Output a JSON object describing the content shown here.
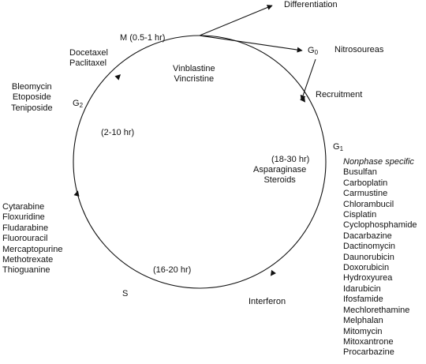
{
  "phases": {
    "m": "M (0.5-1 hr)",
    "g2_letter": "G",
    "g2_sub": "2",
    "g2_duration": "(2-10 hr)",
    "g1_letter": "G",
    "g1_sub": "1",
    "g1_duration": "(18-30 hr)",
    "g0_letter": "G",
    "g0_sub": "0",
    "s": "S",
    "s_duration": "(16-20 hr)"
  },
  "labels": {
    "differentiation": "Differentiation",
    "recruitment": "Recruitment",
    "nitrosoureas": "Nitrosoureas",
    "interferon": "Interferon"
  },
  "drug_groups": {
    "m_phase": [
      "Vinblastine",
      "Vincristine"
    ],
    "taxanes": [
      "Docetaxel",
      "Paclitaxel"
    ],
    "g2_phase": [
      "Bleomycin",
      "Etoposide",
      "Teniposide"
    ],
    "g1_phase": [
      "Asparaginase",
      "Steroids"
    ],
    "s_phase": [
      "Cytarabine",
      "Floxuridine",
      "Fludarabine",
      "Fluorouracil",
      "Mercaptopurine",
      "Methotrexate",
      "Thioguanine"
    ],
    "nonphase_title": "Nonphase specific",
    "nonphase": [
      "Busulfan",
      "Carboplatin",
      "Carmustine",
      "Chlorambucil",
      "Cisplatin",
      "Cyclophosphamide",
      "Dacarbazine",
      "Dactinomycin",
      "Daunorubicin",
      "Doxorubicin",
      "Hydroxyurea",
      "Idarubicin",
      "Ifosfamide",
      "Mechlorethamine",
      "Melphalan",
      "Mitomycin",
      "Mitoxantrone",
      "Procarbazine"
    ]
  },
  "colors": {
    "line": "#111111",
    "text": "#111111",
    "background": "#ffffff"
  }
}
